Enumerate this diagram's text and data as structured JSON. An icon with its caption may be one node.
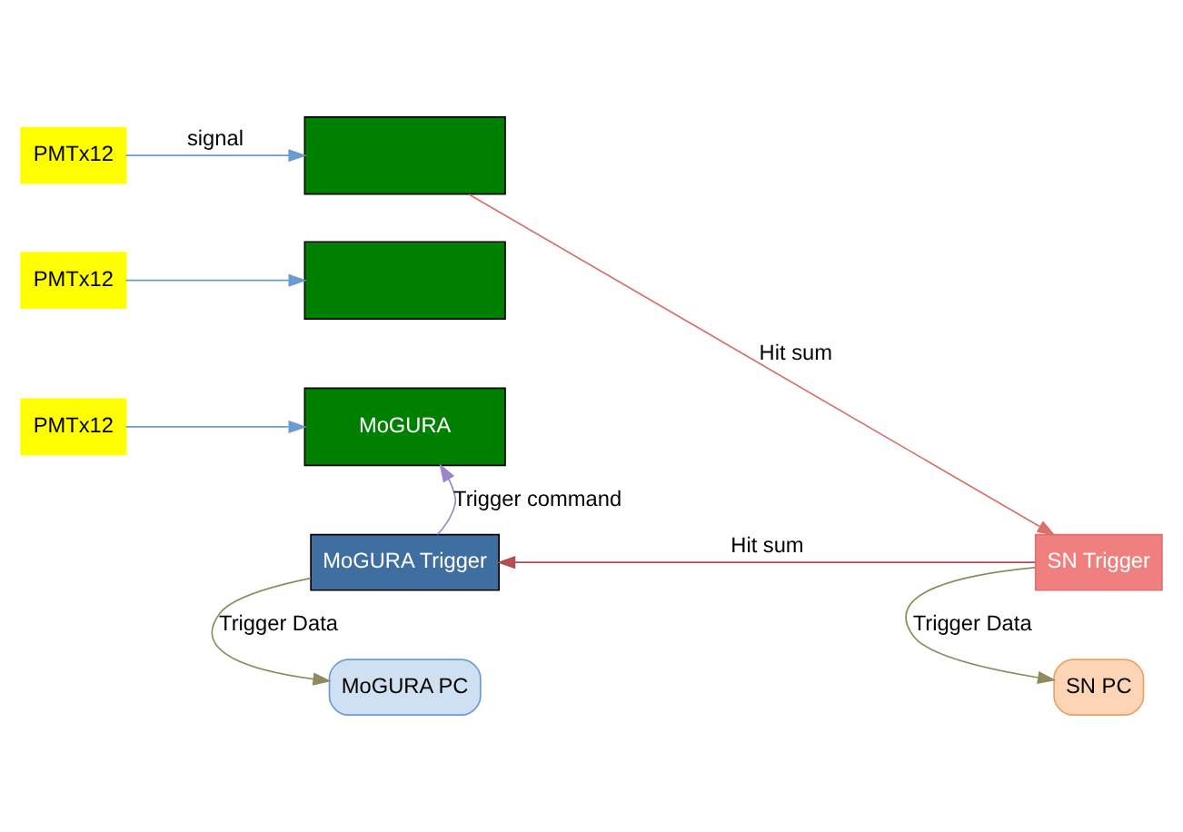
{
  "diagram": {
    "nodes": [
      {
        "text": [
          "PMTx12"
        ]
      },
      {
        "text": [
          "PMTx12"
        ]
      },
      {
        "text": [
          "PMTx12"
        ]
      },
      {
        "text": [],
        "shape": "box"
      },
      {
        "text": [],
        "shape": "box"
      },
      {
        "text": [
          "MoGURA"
        ]
      },
      {
        "text": [
          "MoGURA Trigger"
        ]
      },
      {
        "text": [
          "SN Trigger"
        ]
      },
      {
        "text": [
          "MoGURA PC"
        ]
      },
      {
        "text": [
          "SN PC"
        ]
      }
    ],
    "edges": [
      {
        "from": 0,
        "to": 3,
        "arrow": "to",
        "label": "signal"
      },
      {
        "from": 1,
        "to": 4,
        "arrow": "to"
      },
      {
        "from": 2,
        "to": 5,
        "arrow": "to"
      },
      {
        "from": 3,
        "to": 7,
        "arrow": "to",
        "label": "Hit sum",
        "color": "#d9706a"
      },
      {
        "from": 7,
        "to": 6,
        "arrow": "to",
        "label": "Hit sum",
        "color": "#b05050"
      },
      {
        "from": 6,
        "to": 5,
        "arrow": "to",
        "label": "Trigger command",
        "color": "#9a86c8"
      },
      {
        "from": 6,
        "to": 8,
        "arrow": "to",
        "label": "Trigger Data",
        "color": "#8f8a60"
      },
      {
        "from": 7,
        "to": 9,
        "arrow": "to",
        "label": "Trigger Data",
        "color": "#8f8a60"
      }
    ]
  }
}
